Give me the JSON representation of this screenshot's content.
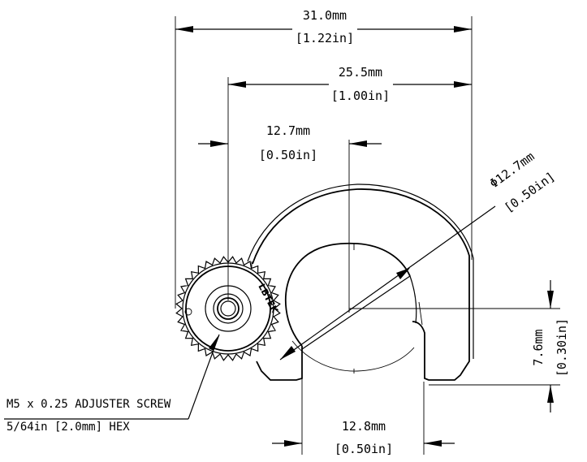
{
  "dimensions": {
    "overall_width": {
      "mm": "31.0mm",
      "inch": "[1.22in]"
    },
    "knob_to_edge": {
      "mm": "25.5mm",
      "inch": "[1.00in]"
    },
    "knob_to_center": {
      "mm": "12.7mm",
      "inch": "[0.50in]"
    },
    "bore_diameter": {
      "mm": "Φ12.7mm",
      "inch": "[0.50in]"
    },
    "height_offset": {
      "mm": "7.6mm",
      "inch": "[0.30in]"
    },
    "slot_width": {
      "mm": "12.8mm",
      "inch": "[0.50in]"
    }
  },
  "note": {
    "line1": "M5 x 0.25  ADJUSTER SCREW",
    "line2": "5/64in [2.0mm] HEX"
  },
  "logo_text": "LBTEK"
}
